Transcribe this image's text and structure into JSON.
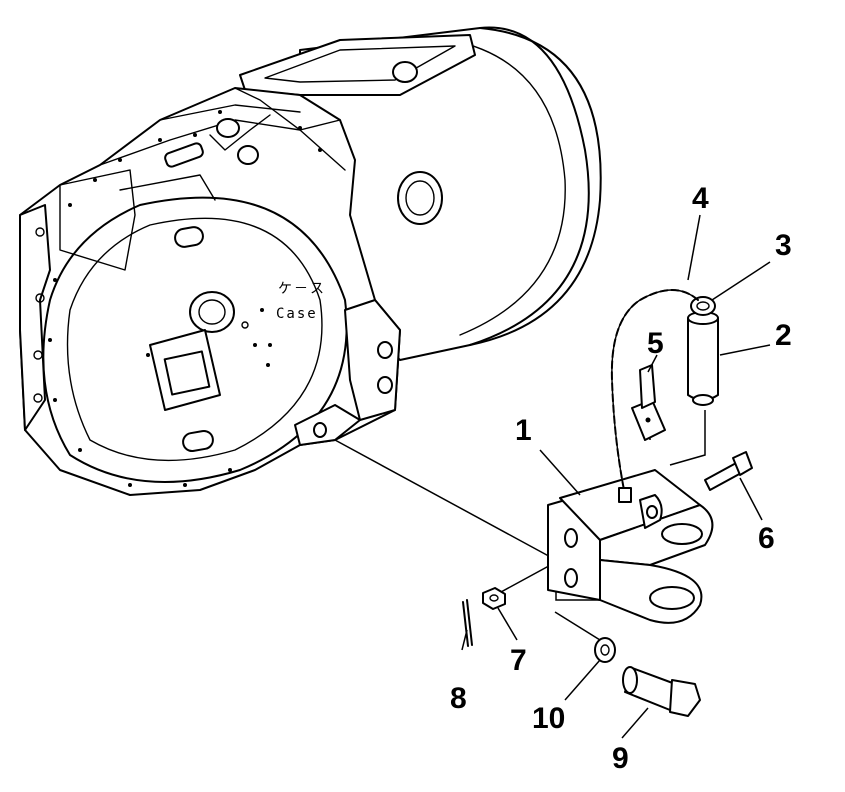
{
  "diagram": {
    "case_label_jp": "ケ－ス",
    "case_label_en": "Case",
    "callouts": {
      "c1": "1",
      "c2": "2",
      "c3": "3",
      "c4": "4",
      "c5": "5",
      "c6": "6",
      "c7": "7",
      "c8": "8",
      "c9": "9",
      "c10": "10"
    }
  }
}
